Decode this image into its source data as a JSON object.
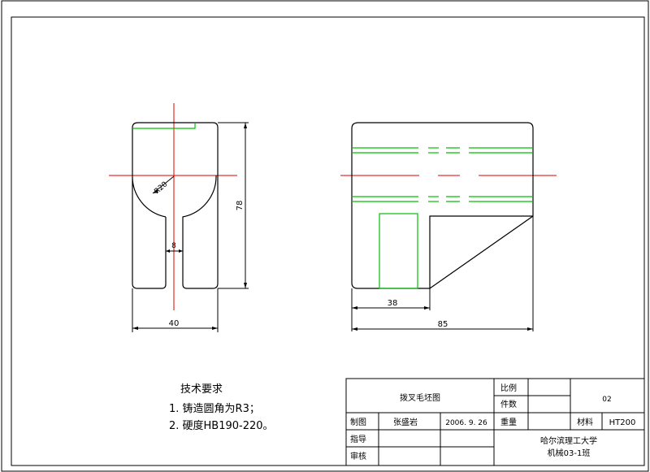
{
  "drawing": {
    "dims": {
      "radius": "R20",
      "width_slot": "8",
      "height_total": "78",
      "width_total": "40",
      "length_total": "85",
      "length_part": "38"
    }
  },
  "tech_requirements": {
    "title": "技术要求",
    "items": [
      "1. 铸造圆角为R3；",
      "2. 硬度HB190-220。"
    ]
  },
  "title_block": {
    "part_name": "拨叉毛坯图",
    "ratio_label": "比例",
    "ratio_value": "",
    "count_label": "件数",
    "count_value": "",
    "drawing_no": "02",
    "weight_label": "重量",
    "material_label": "材料",
    "material_value": "HT200",
    "drawn_label": "制图",
    "drawn_by": "张盛岩",
    "drawn_date": "2006. 9. 26",
    "guide_label": "指导",
    "review_label": "审核",
    "school": "哈尔滨理工大学",
    "class": "机械03-1班"
  }
}
